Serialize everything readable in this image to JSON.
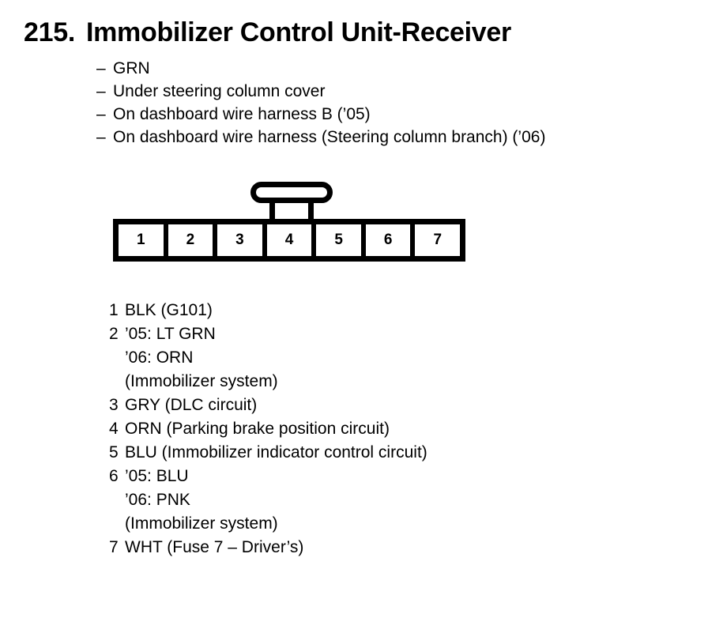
{
  "page": {
    "section_number": "215.",
    "title": "Immobilizer Control Unit-Receiver"
  },
  "description": {
    "dash": "–",
    "items": [
      "GRN",
      "Under steering column cover",
      "On dashboard wire harness B (’05)",
      "On dashboard wire harness (Steering column branch) (’06)"
    ]
  },
  "connector": {
    "pin_count": 7,
    "pins": [
      "1",
      "2",
      "3",
      "4",
      "5",
      "6",
      "7"
    ],
    "latch_position_pin": "4"
  },
  "legend": {
    "rows": [
      {
        "num": "1",
        "lines": [
          "BLK (G101)"
        ]
      },
      {
        "num": "2",
        "lines": [
          "’05: LT GRN",
          "’06: ORN",
          "(Immobilizer system)"
        ]
      },
      {
        "num": "3",
        "lines": [
          "GRY (DLC circuit)"
        ]
      },
      {
        "num": "4",
        "lines": [
          "ORN (Parking brake position circuit)"
        ]
      },
      {
        "num": "5",
        "lines": [
          "BLU (Immobilizer indicator control circuit)"
        ]
      },
      {
        "num": "6",
        "lines": [
          "’05: BLU",
          "’06: PNK",
          "(Immobilizer system)"
        ]
      },
      {
        "num": "7",
        "lines": [
          "WHT (Fuse 7 – Driver’s)"
        ]
      }
    ]
  },
  "colors": {
    "ink": "#000000",
    "background": "#ffffff"
  }
}
